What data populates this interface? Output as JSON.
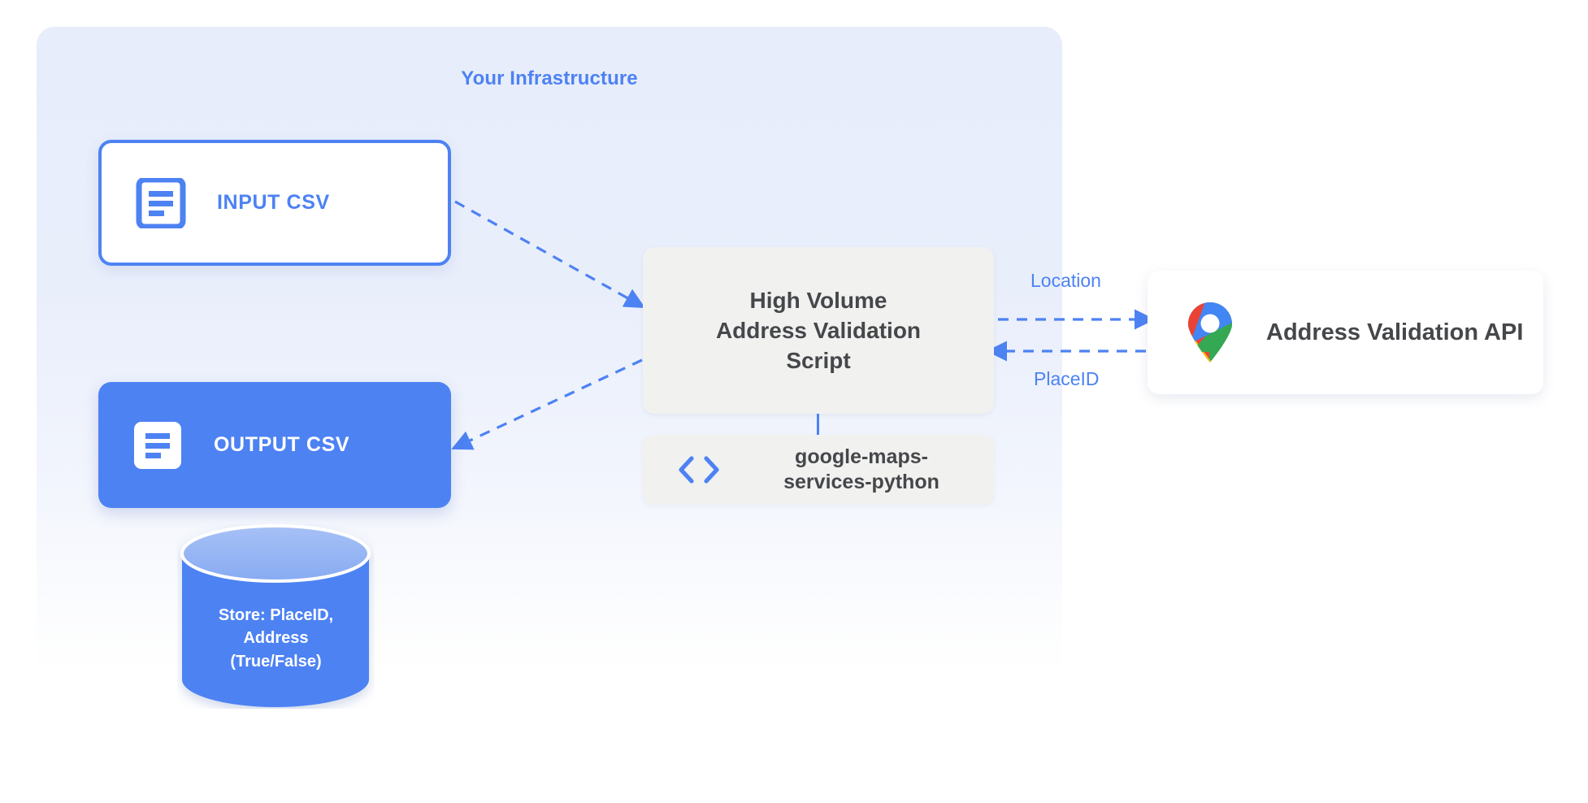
{
  "diagram": {
    "title": "Your Infrastructure",
    "accent_color": "#4d82f3",
    "panel_bg_top": "#e7edfb",
    "panel_bg_bottom": "#ffffff",
    "node_text_color": "#45474a"
  },
  "nodes": {
    "input_csv": {
      "label": "INPUT CSV",
      "icon": "document-icon"
    },
    "output_csv": {
      "label": "OUTPUT CSV",
      "icon": "document-icon"
    },
    "script": {
      "line1": "High Volume",
      "line2": "Address Validation",
      "line3": "Script"
    },
    "library": {
      "line1": "google-maps-",
      "line2": "services-python",
      "icon": "code-brackets-icon"
    },
    "api": {
      "label": "Address Validation API",
      "icon": "google-maps-pin-icon"
    },
    "database": {
      "line1": "Store: PlaceID,",
      "line2": "Address",
      "line3": "(True/False)",
      "fill": "#4d82f3",
      "top_fill": "#8fb0f3"
    }
  },
  "edges": {
    "input_to_script": {
      "style": "dashed",
      "direction": "to-script"
    },
    "script_to_output": {
      "style": "dashed",
      "direction": "to-output"
    },
    "script_to_api": {
      "label": "Location",
      "style": "dashed",
      "direction": "right"
    },
    "api_to_script": {
      "label": "PlaceID",
      "style": "dashed",
      "direction": "left"
    },
    "script_to_library": {
      "style": "solid",
      "direction": "down"
    }
  }
}
